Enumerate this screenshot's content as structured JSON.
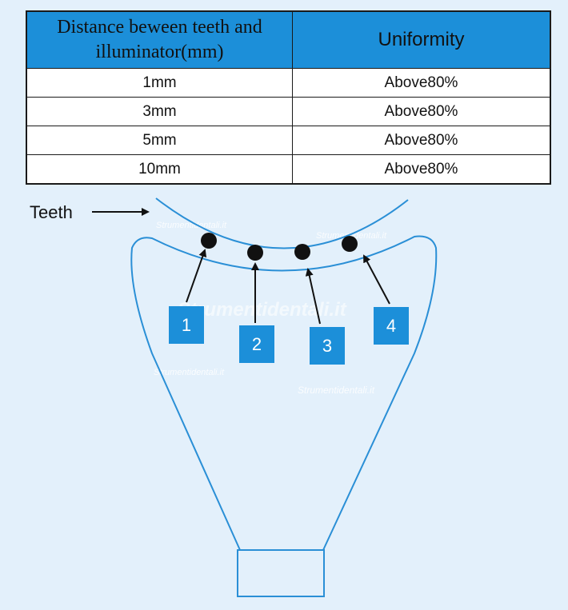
{
  "table": {
    "header": {
      "distance_line1": "Distance beween teeth and",
      "distance_line2": "illuminator(mm)",
      "uniformity": "Uniformity"
    },
    "rows": [
      {
        "distance": "1mm",
        "uniformity": "Above80%"
      },
      {
        "distance": "3mm",
        "uniformity": "Above80%"
      },
      {
        "distance": "5mm",
        "uniformity": "Above80%"
      },
      {
        "distance": "10mm",
        "uniformity": "Above80%"
      }
    ]
  },
  "diagram": {
    "teeth_label": "Teeth",
    "points": [
      "1",
      "2",
      "3",
      "4"
    ],
    "colors": {
      "outline": "#2a8fd6",
      "accent": "#1c8fd9",
      "point": "#111111"
    }
  },
  "watermarks": [
    "Strumentidentali.it",
    "Strumentidentali.it",
    "Strumentidentali.it",
    "Strumentidentali.it",
    "Strumentidentali.it"
  ]
}
